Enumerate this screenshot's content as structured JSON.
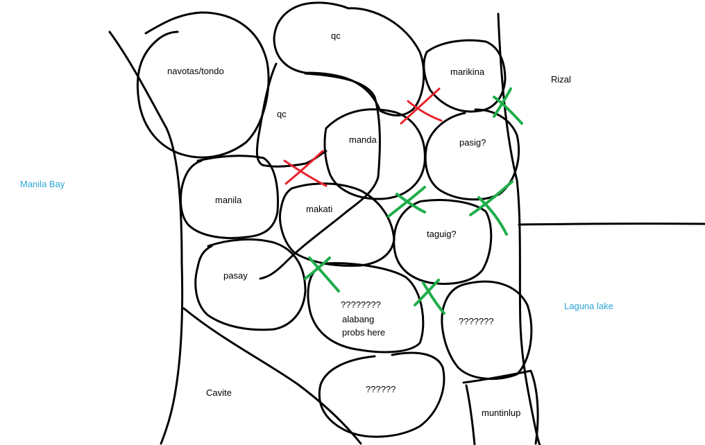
{
  "water_labels": {
    "manila_bay": "Manila Bay",
    "laguna_lake": "Laguna lake"
  },
  "province_labels": {
    "rizal": "Rizal",
    "cavite": "Cavite"
  },
  "city_labels": {
    "navotas_tondo": "navotas/tondo",
    "qc_top": "qc",
    "qc_left": "qc",
    "marikina": "marikina",
    "manda": "manda",
    "pasig": "pasig?",
    "manila": "manila",
    "makati": "makati",
    "taguig": "taguig?",
    "pasay": "pasay",
    "alabang_line1": "????????",
    "alabang_line2": "alabang",
    "alabang_line3": "probs here",
    "unknown_east": "???????",
    "unknown_south": "??????",
    "muntinlup": "muntinlup"
  },
  "marker_colors": {
    "ink": "#000000",
    "red_x": "#e8212a",
    "green_x": "#1fad4b",
    "water_text": "#2aa3d6"
  }
}
